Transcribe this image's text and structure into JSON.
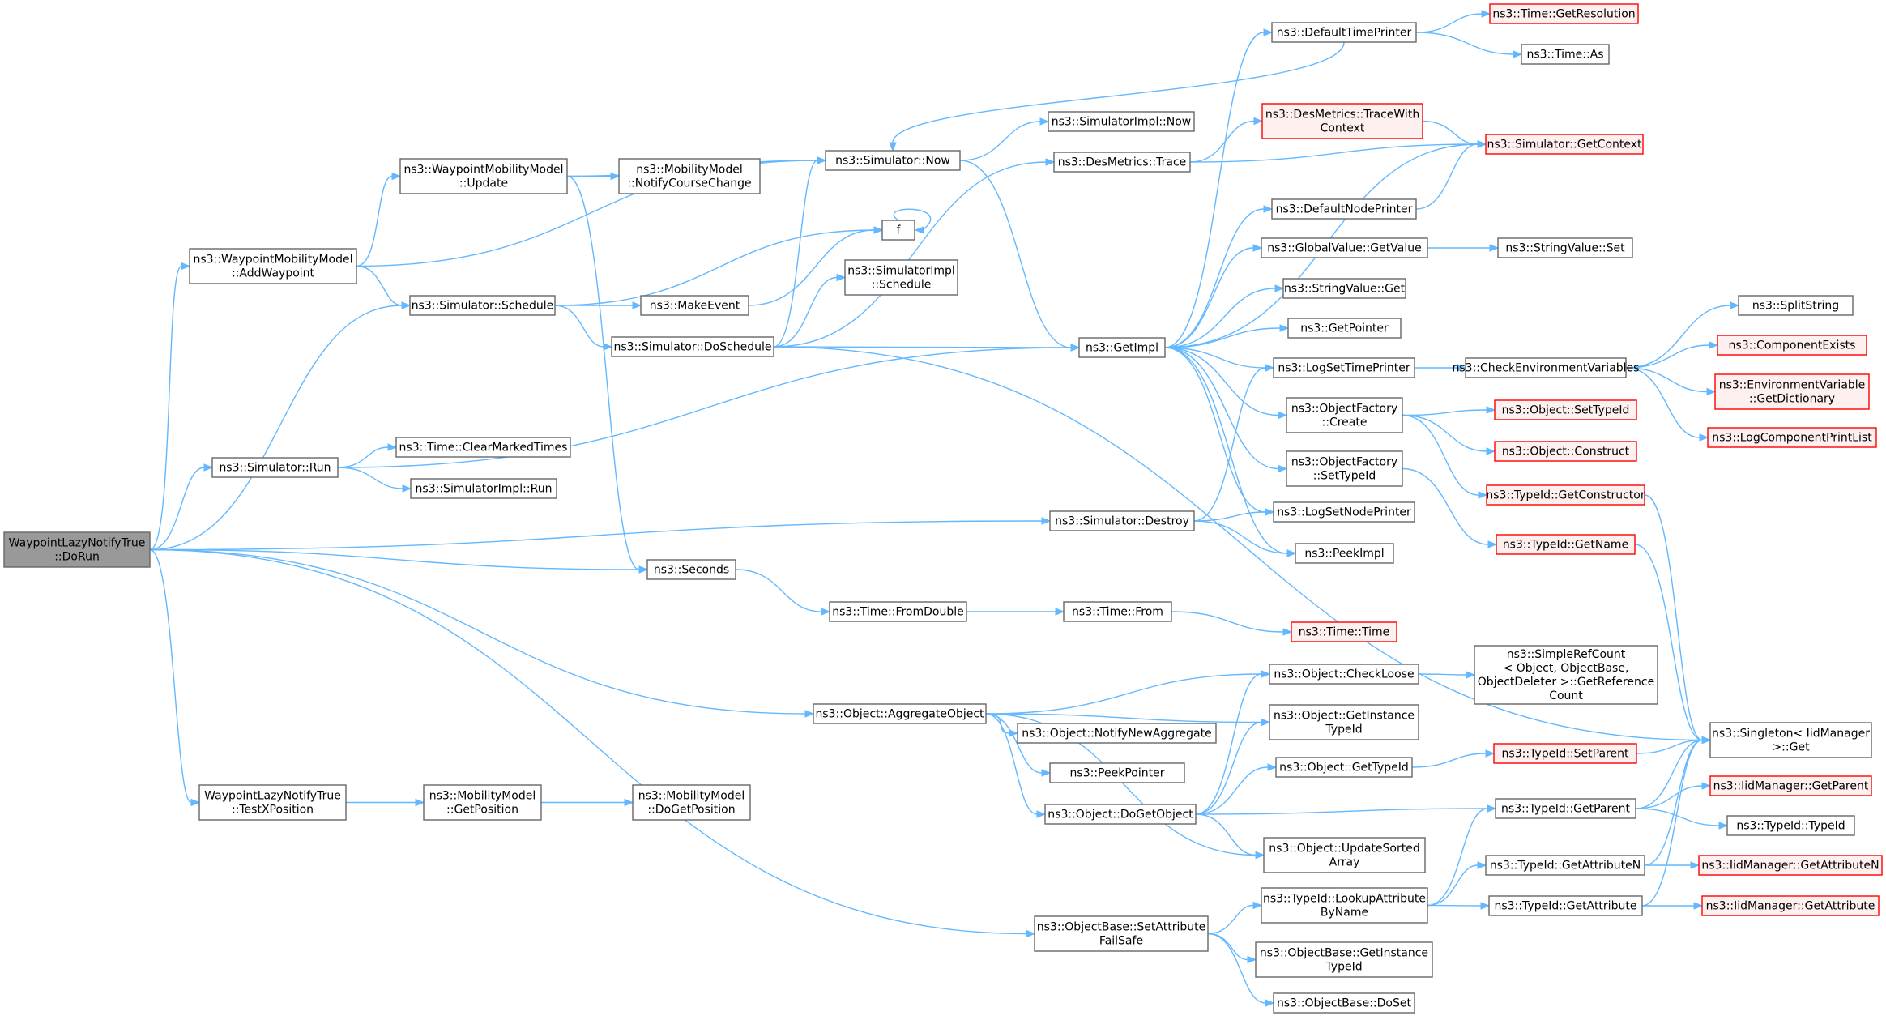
{
  "diagram": {
    "nodes": [
      {
        "id": "root",
        "lines": [
          "WaypointLazyNotifyTrue",
          "::DoRun"
        ],
        "style": "root"
      },
      {
        "id": "wmm_addwp",
        "lines": [
          "ns3::WaypointMobilityModel",
          "::AddWaypoint"
        ]
      },
      {
        "id": "wmm_update",
        "lines": [
          "ns3::WaypointMobilityModel",
          "::Update"
        ]
      },
      {
        "id": "mm_notify",
        "lines": [
          "ns3::MobilityModel",
          "::NotifyCourseChange"
        ]
      },
      {
        "id": "sim_now",
        "lines": [
          "ns3::Simulator::Now"
        ]
      },
      {
        "id": "simimpl_now",
        "lines": [
          "ns3::SimulatorImpl::Now"
        ]
      },
      {
        "id": "def_time_printer",
        "lines": [
          "ns3::DefaultTimePrinter"
        ]
      },
      {
        "id": "time_getres",
        "lines": [
          "ns3::Time::GetResolution"
        ],
        "style": "red"
      },
      {
        "id": "time_as",
        "lines": [
          "ns3::Time::As"
        ]
      },
      {
        "id": "des_trace_ctx",
        "lines": [
          "ns3::DesMetrics::TraceWith",
          "Context"
        ],
        "style": "red"
      },
      {
        "id": "des_trace",
        "lines": [
          "ns3::DesMetrics::Trace"
        ]
      },
      {
        "id": "sim_getctx",
        "lines": [
          "ns3::Simulator::GetContext"
        ],
        "style": "red"
      },
      {
        "id": "f",
        "lines": [
          "f"
        ]
      },
      {
        "id": "simimpl_schedule",
        "lines": [
          "ns3::SimulatorImpl",
          "::Schedule"
        ]
      },
      {
        "id": "sim_schedule",
        "lines": [
          "ns3::Simulator::Schedule"
        ]
      },
      {
        "id": "make_event",
        "lines": [
          "ns3::MakeEvent"
        ]
      },
      {
        "id": "sim_doschedule",
        "lines": [
          "ns3::Simulator::DoSchedule"
        ]
      },
      {
        "id": "def_node_printer",
        "lines": [
          "ns3::DefaultNodePrinter"
        ]
      },
      {
        "id": "gv_getvalue",
        "lines": [
          "ns3::GlobalValue::GetValue"
        ]
      },
      {
        "id": "sv_set",
        "lines": [
          "ns3::StringValue::Set"
        ]
      },
      {
        "id": "sv_get",
        "lines": [
          "ns3::StringValue::Get"
        ]
      },
      {
        "id": "get_pointer",
        "lines": [
          "ns3::GetPointer"
        ]
      },
      {
        "id": "get_impl",
        "lines": [
          "ns3::GetImpl"
        ]
      },
      {
        "id": "log_set_time",
        "lines": [
          "ns3::LogSetTimePrinter"
        ]
      },
      {
        "id": "check_env",
        "lines": [
          "ns3::CheckEnvironmentVariables"
        ]
      },
      {
        "id": "split_string",
        "lines": [
          "ns3::SplitString"
        ]
      },
      {
        "id": "comp_exists",
        "lines": [
          "ns3::ComponentExists"
        ],
        "style": "red"
      },
      {
        "id": "env_getdict",
        "lines": [
          "ns3::EnvironmentVariable",
          "::GetDictionary"
        ],
        "style": "red"
      },
      {
        "id": "log_comp_print",
        "lines": [
          "ns3::LogComponentPrintList"
        ],
        "style": "red"
      },
      {
        "id": "of_create",
        "lines": [
          "ns3::ObjectFactory",
          "::Create"
        ]
      },
      {
        "id": "obj_settypeid",
        "lines": [
          "ns3::Object::SetTypeId"
        ],
        "style": "red"
      },
      {
        "id": "obj_construct",
        "lines": [
          "ns3::Object::Construct"
        ],
        "style": "red"
      },
      {
        "id": "of_settypeid",
        "lines": [
          "ns3::ObjectFactory",
          "::SetTypeId"
        ]
      },
      {
        "id": "tid_getctor",
        "lines": [
          "ns3::TypeId::GetConstructor"
        ],
        "style": "red"
      },
      {
        "id": "sim_run",
        "lines": [
          "ns3::Simulator::Run"
        ]
      },
      {
        "id": "time_clear",
        "lines": [
          "ns3::Time::ClearMarkedTimes"
        ]
      },
      {
        "id": "simimpl_run",
        "lines": [
          "ns3::SimulatorImpl::Run"
        ]
      },
      {
        "id": "tid_getname",
        "lines": [
          "ns3::TypeId::GetName"
        ],
        "style": "red"
      },
      {
        "id": "sim_destroy",
        "lines": [
          "ns3::Simulator::Destroy"
        ]
      },
      {
        "id": "log_set_node",
        "lines": [
          "ns3::LogSetNodePrinter"
        ]
      },
      {
        "id": "peek_impl",
        "lines": [
          "ns3::PeekImpl"
        ]
      },
      {
        "id": "seconds",
        "lines": [
          "ns3::Seconds"
        ]
      },
      {
        "id": "time_fromdouble",
        "lines": [
          "ns3::Time::FromDouble"
        ]
      },
      {
        "id": "time_from",
        "lines": [
          "ns3::Time::From"
        ]
      },
      {
        "id": "time_time",
        "lines": [
          "ns3::Time::Time"
        ],
        "style": "red"
      },
      {
        "id": "obj_checkloose",
        "lines": [
          "ns3::Object::CheckLoose"
        ]
      },
      {
        "id": "simple_refcount",
        "lines": [
          "ns3::SimpleRefCount",
          "< Object, ObjectBase,",
          "ObjectDeleter >::GetReference",
          "Count"
        ]
      },
      {
        "id": "obj_aggregate",
        "lines": [
          "ns3::Object::AggregateObject"
        ]
      },
      {
        "id": "obj_getinst_tid",
        "lines": [
          "ns3::Object::GetInstance",
          "TypeId"
        ]
      },
      {
        "id": "obj_notifynew",
        "lines": [
          "ns3::Object::NotifyNewAggregate"
        ]
      },
      {
        "id": "singleton_get",
        "lines": [
          "ns3::Singleton< IidManager",
          ">::Get"
        ]
      },
      {
        "id": "peek_pointer",
        "lines": [
          "ns3::PeekPointer"
        ]
      },
      {
        "id": "obj_gettypeid",
        "lines": [
          "ns3::Object::GetTypeId"
        ]
      },
      {
        "id": "tid_setparent",
        "lines": [
          "ns3::TypeId::SetParent"
        ],
        "style": "red"
      },
      {
        "id": "iid_getparent",
        "lines": [
          "ns3::IidManager::GetParent"
        ],
        "style": "red"
      },
      {
        "id": "wlnt_testx",
        "lines": [
          "WaypointLazyNotifyTrue",
          "::TestXPosition"
        ]
      },
      {
        "id": "mm_getpos",
        "lines": [
          "ns3::MobilityModel",
          "::GetPosition"
        ]
      },
      {
        "id": "mm_dogetpos",
        "lines": [
          "ns3::MobilityModel",
          "::DoGetPosition"
        ]
      },
      {
        "id": "obj_dogetobj",
        "lines": [
          "ns3::Object::DoGetObject"
        ]
      },
      {
        "id": "tid_getparent",
        "lines": [
          "ns3::TypeId::GetParent"
        ]
      },
      {
        "id": "tid_typeid",
        "lines": [
          "ns3::TypeId::TypeId"
        ]
      },
      {
        "id": "obj_updsorted",
        "lines": [
          "ns3::Object::UpdateSorted",
          "Array"
        ]
      },
      {
        "id": "tid_getattrn",
        "lines": [
          "ns3::TypeId::GetAttributeN"
        ]
      },
      {
        "id": "iid_getattrn",
        "lines": [
          "ns3::IidManager::GetAttributeN"
        ],
        "style": "red"
      },
      {
        "id": "tid_lookupattr",
        "lines": [
          "ns3::TypeId::LookupAttribute",
          "ByName"
        ]
      },
      {
        "id": "tid_getattr",
        "lines": [
          "ns3::TypeId::GetAttribute"
        ]
      },
      {
        "id": "iid_getattr",
        "lines": [
          "ns3::IidManager::GetAttribute"
        ],
        "style": "red"
      },
      {
        "id": "ob_setattr_fs",
        "lines": [
          "ns3::ObjectBase::SetAttribute",
          "FailSafe"
        ]
      },
      {
        "id": "ob_getinst_tid",
        "lines": [
          "ns3::ObjectBase::GetInstance",
          "TypeId"
        ]
      },
      {
        "id": "ob_doset",
        "lines": [
          "ns3::ObjectBase::DoSet"
        ]
      }
    ],
    "edges": [
      [
        "root",
        "wmm_addwp"
      ],
      [
        "root",
        "sim_schedule"
      ],
      [
        "root",
        "sim_run"
      ],
      [
        "root",
        "sim_destroy"
      ],
      [
        "root",
        "seconds"
      ],
      [
        "root",
        "obj_aggregate"
      ],
      [
        "root",
        "wlnt_testx"
      ],
      [
        "root",
        "ob_setattr_fs"
      ],
      [
        "wmm_addwp",
        "wmm_update"
      ],
      [
        "wmm_addwp",
        "sim_now"
      ],
      [
        "wmm_addwp",
        "sim_schedule"
      ],
      [
        "wmm_update",
        "sim_now"
      ],
      [
        "wmm_update",
        "mm_notify"
      ],
      [
        "wmm_update",
        "seconds"
      ],
      [
        "sim_now",
        "simimpl_now"
      ],
      [
        "sim_now",
        "get_impl"
      ],
      [
        "def_time_printer",
        "sim_now"
      ],
      [
        "def_time_printer",
        "time_getres"
      ],
      [
        "def_time_printer",
        "time_as"
      ],
      [
        "des_trace",
        "des_trace_ctx"
      ],
      [
        "des_trace",
        "sim_getctx"
      ],
      [
        "des_trace_ctx",
        "sim_getctx"
      ],
      [
        "f",
        "f"
      ],
      [
        "sim_schedule",
        "f"
      ],
      [
        "sim_schedule",
        "make_event"
      ],
      [
        "sim_schedule",
        "sim_doschedule"
      ],
      [
        "make_event",
        "f"
      ],
      [
        "sim_doschedule",
        "sim_now"
      ],
      [
        "sim_doschedule",
        "simimpl_schedule"
      ],
      [
        "sim_doschedule",
        "des_trace"
      ],
      [
        "sim_doschedule",
        "get_impl"
      ],
      [
        "sim_doschedule",
        "singleton_get"
      ],
      [
        "get_impl",
        "def_time_printer"
      ],
      [
        "get_impl",
        "sim_getctx"
      ],
      [
        "get_impl",
        "def_node_printer"
      ],
      [
        "get_impl",
        "gv_getvalue"
      ],
      [
        "get_impl",
        "sv_get"
      ],
      [
        "get_impl",
        "get_pointer"
      ],
      [
        "get_impl",
        "log_set_time"
      ],
      [
        "get_impl",
        "of_create"
      ],
      [
        "get_impl",
        "of_settypeid"
      ],
      [
        "get_impl",
        "log_set_node"
      ],
      [
        "get_impl",
        "peek_impl"
      ],
      [
        "def_node_printer",
        "sim_getctx"
      ],
      [
        "gv_getvalue",
        "sv_set"
      ],
      [
        "log_set_time",
        "check_env"
      ],
      [
        "check_env",
        "split_string"
      ],
      [
        "check_env",
        "comp_exists"
      ],
      [
        "check_env",
        "env_getdict"
      ],
      [
        "check_env",
        "log_comp_print"
      ],
      [
        "of_create",
        "obj_settypeid"
      ],
      [
        "of_create",
        "obj_construct"
      ],
      [
        "of_create",
        "tid_getctor"
      ],
      [
        "of_settypeid",
        "tid_getname"
      ],
      [
        "tid_getctor",
        "singleton_get"
      ],
      [
        "tid_getname",
        "singleton_get"
      ],
      [
        "sim_run",
        "get_impl"
      ],
      [
        "sim_run",
        "time_clear"
      ],
      [
        "sim_run",
        "simimpl_run"
      ],
      [
        "sim_destroy",
        "log_set_time"
      ],
      [
        "sim_destroy",
        "log_set_node"
      ],
      [
        "sim_destroy",
        "peek_impl"
      ],
      [
        "seconds",
        "time_fromdouble"
      ],
      [
        "time_fromdouble",
        "time_from"
      ],
      [
        "time_from",
        "time_time"
      ],
      [
        "obj_aggregate",
        "obj_checkloose"
      ],
      [
        "obj_aggregate",
        "obj_getinst_tid"
      ],
      [
        "obj_aggregate",
        "obj_notifynew"
      ],
      [
        "obj_aggregate",
        "peek_pointer"
      ],
      [
        "obj_aggregate",
        "obj_dogetobj"
      ],
      [
        "obj_aggregate",
        "obj_updsorted"
      ],
      [
        "obj_checkloose",
        "simple_refcount"
      ],
      [
        "obj_dogetobj",
        "obj_checkloose"
      ],
      [
        "obj_dogetobj",
        "obj_getinst_tid"
      ],
      [
        "obj_dogetobj",
        "obj_gettypeid"
      ],
      [
        "obj_dogetobj",
        "tid_getparent"
      ],
      [
        "obj_dogetobj",
        "obj_updsorted"
      ],
      [
        "obj_gettypeid",
        "tid_setparent"
      ],
      [
        "tid_setparent",
        "singleton_get"
      ],
      [
        "tid_getparent",
        "singleton_get"
      ],
      [
        "tid_getparent",
        "iid_getparent"
      ],
      [
        "tid_getparent",
        "tid_typeid"
      ],
      [
        "tid_getattrn",
        "singleton_get"
      ],
      [
        "tid_getattrn",
        "iid_getattrn"
      ],
      [
        "tid_getattr",
        "singleton_get"
      ],
      [
        "tid_getattr",
        "iid_getattr"
      ],
      [
        "tid_lookupattr",
        "tid_getparent"
      ],
      [
        "tid_lookupattr",
        "tid_getattrn"
      ],
      [
        "tid_lookupattr",
        "tid_getattr"
      ],
      [
        "wlnt_testx",
        "mm_getpos"
      ],
      [
        "mm_getpos",
        "mm_dogetpos"
      ],
      [
        "ob_setattr_fs",
        "tid_lookupattr"
      ],
      [
        "ob_setattr_fs",
        "ob_getinst_tid"
      ],
      [
        "ob_setattr_fs",
        "ob_doset"
      ]
    ]
  }
}
